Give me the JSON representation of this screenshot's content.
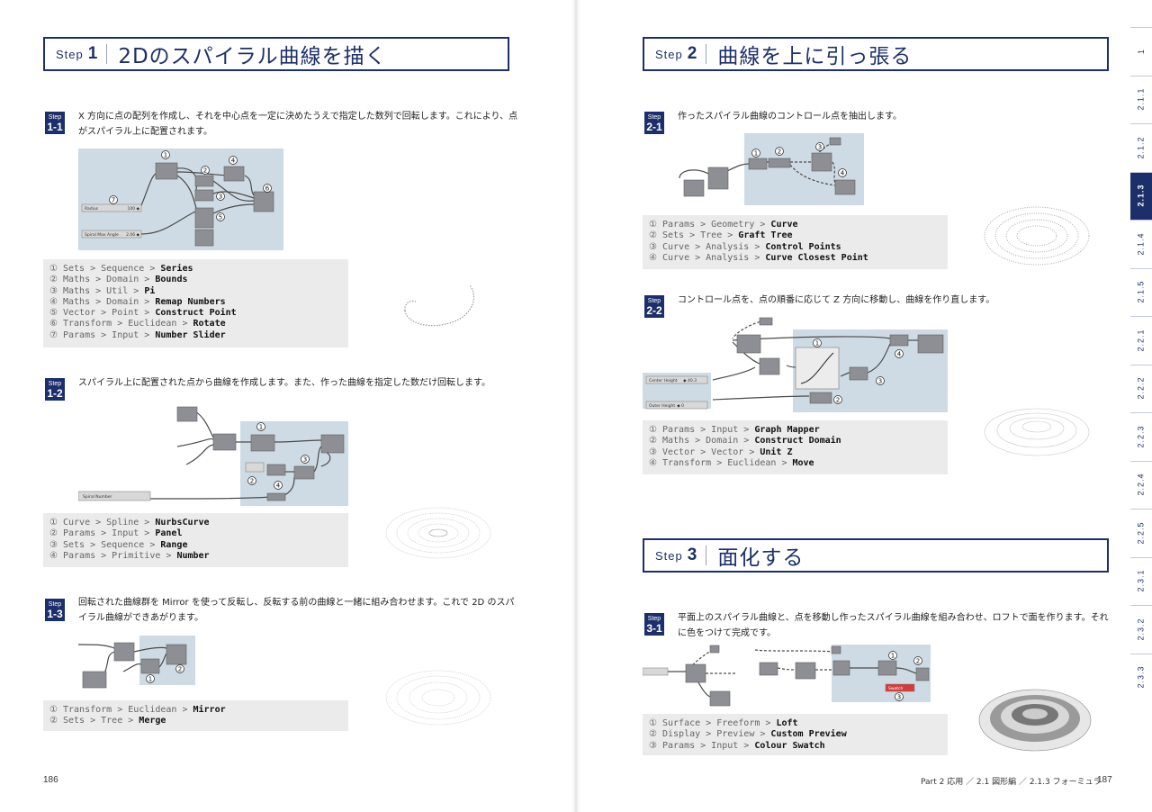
{
  "left": {
    "folio": "186",
    "step1": {
      "word": "Step",
      "num": "1",
      "title": "2Dのスパイラル曲線を描く"
    },
    "s11": {
      "badge_word": "Step",
      "badge_num": "1-1",
      "text": "X 方向に点の配列を作成し、それを中心点を一定に決めたうえで指定した数列で回転します。これにより、点がスパイラル上に配置されます。",
      "sliders": [
        "Radius",
        "Spiral Max Angle"
      ],
      "slider_values": [
        "100 ◆",
        "2.06 ◆"
      ],
      "code": [
        {
          "n": "①",
          "path": "Sets > Sequence > ",
          "last": "Series"
        },
        {
          "n": "②",
          "path": "Maths > Domain > ",
          "last": "Bounds"
        },
        {
          "n": "③",
          "path": "Maths > Util > ",
          "last": "Pi"
        },
        {
          "n": "④",
          "path": "Maths > Domain > ",
          "last": "Remap Numbers"
        },
        {
          "n": "⑤",
          "path": "Vector > Point > ",
          "last": "Construct Point"
        },
        {
          "n": "⑥",
          "path": "Transform > Euclidean > ",
          "last": "Rotate"
        },
        {
          "n": "⑦",
          "path": "Params > Input > ",
          "last": "Number Slider"
        }
      ]
    },
    "s12": {
      "badge_word": "Step",
      "badge_num": "1-2",
      "text": "スパイラル上に配置された点から曲線を作成します。また、作った曲線を指定した数だけ回転します。",
      "slider": "Spiral Number",
      "code": [
        {
          "n": "①",
          "path": "Curve > Spline > ",
          "last": "NurbsCurve"
        },
        {
          "n": "②",
          "path": "Params > Input > ",
          "last": "Panel"
        },
        {
          "n": "③",
          "path": "Sets > Sequence > ",
          "last": "Range"
        },
        {
          "n": "④",
          "path": "Params > Primitive > ",
          "last": "Number"
        }
      ]
    },
    "s13": {
      "badge_word": "Step",
      "badge_num": "1-3",
      "text": "回転された曲線群を Mirror を使って反転し、反転する前の曲線と一緒に組み合わせます。これで 2D のスパイラル曲線ができあがります。",
      "code": [
        {
          "n": "①",
          "path": "Transform > Euclidean > ",
          "last": "Mirror"
        },
        {
          "n": "②",
          "path": "Sets > Tree > ",
          "last": "Merge"
        }
      ]
    }
  },
  "right": {
    "folio": "187",
    "running_head": "Part 2 応用 ／ 2.1 図形編 ／ 2.1.3 フォーミュラ",
    "step2": {
      "word": "Step",
      "num": "2",
      "title": "曲線を上に引っ張る"
    },
    "s21": {
      "badge_word": "Step",
      "badge_num": "2-1",
      "text": "作ったスパイラル曲線のコントロール点を抽出します。",
      "code": [
        {
          "n": "①",
          "path": "Params > Geometry > ",
          "last": "Curve"
        },
        {
          "n": "②",
          "path": "Sets > Tree > ",
          "last": "Graft Tree"
        },
        {
          "n": "③",
          "path": "Curve > Analysis > ",
          "last": "Control Points"
        },
        {
          "n": "④",
          "path": "Curve > Analysis > ",
          "last": "Curve Closest Point"
        }
      ]
    },
    "s22": {
      "badge_word": "Step",
      "badge_num": "2-2",
      "text": "コントロール点を、点の順番に応じて Z 方向に移動し、曲線を作り直します。",
      "sliders": [
        "Center Height",
        "Outer Height"
      ],
      "slider_values": [
        "◆ 40.3",
        "◆ 0"
      ],
      "code": [
        {
          "n": "①",
          "path": "Params > Input > ",
          "last": "Graph Mapper"
        },
        {
          "n": "②",
          "path": "Maths > Domain > ",
          "last": "Construct Domain"
        },
        {
          "n": "③",
          "path": "Vector > Vector > ",
          "last": "Unit Z"
        },
        {
          "n": "④",
          "path": "Transform > Euclidean > ",
          "last": "Move"
        }
      ]
    },
    "step3": {
      "word": "Step",
      "num": "3",
      "title": "面化する"
    },
    "s31": {
      "badge_word": "Step",
      "badge_num": "3-1",
      "text": "平面上のスパイラル曲線と、点を移動し作ったスパイラル曲線を組み合わせ、ロフトで面を作ります。それに色をつけて完成です。",
      "swatch_label": "Swatch",
      "code": [
        {
          "n": "①",
          "path": "Surface > Freeform > ",
          "last": "Loft"
        },
        {
          "n": "②",
          "path": "Display > Preview > ",
          "last": "Custom Preview"
        },
        {
          "n": "③",
          "path": "Params > Input > ",
          "last": "Colour Swatch"
        }
      ]
    }
  },
  "index_tabs": [
    "1",
    "2.1.1",
    "2.1.2",
    "2.1.3",
    "2.1.4",
    "2.1.5",
    "2.2.1",
    "2.2.2",
    "2.2.3",
    "2.2.4",
    "2.2.5",
    "2.3.1",
    "2.3.2",
    "2.3.3"
  ],
  "active_tab": "2.1.3",
  "colors": {
    "navy": "#1d2f6b",
    "group": "#cfdbe4",
    "code_bg": "#ebebeb"
  }
}
